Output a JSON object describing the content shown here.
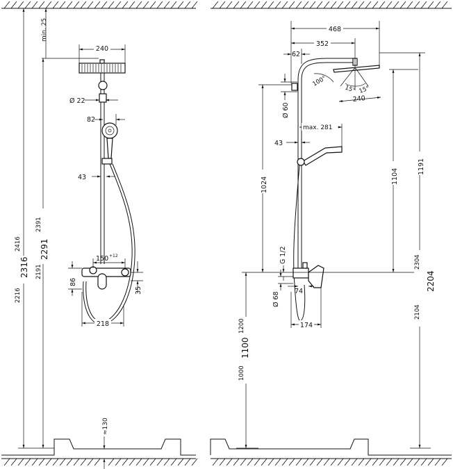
{
  "units": "mm",
  "views": {
    "front": {
      "dims": {
        "min_25": "min. 25",
        "w240": "240",
        "d22": "Ø 22",
        "d82": "82",
        "d43": "43",
        "d150": "150",
        "tol150": "+12",
        "d86": "86",
        "d35": "35",
        "d218": "218",
        "d130": "≈130",
        "h2216": "2216",
        "h2316": "2316",
        "h2416": "2416",
        "h2191": "2191",
        "h2291": "2291",
        "h2391": "2391"
      }
    },
    "side": {
      "dims": {
        "d468": "468",
        "d352": "352",
        "d62": "62",
        "d100": "100°",
        "d15a": "15°",
        "d15b": "15°",
        "d240": "240",
        "d60": "Ø 60",
        "max281": "max. 281",
        "d43": "43",
        "d1024": "1024",
        "d1104": "1104",
        "d1191": "1191",
        "g12": "G 1/2",
        "d68": "Ø 68",
        "d74": "74",
        "d174": "174",
        "d2304": "2304",
        "d2204": "2204",
        "d2104": "2104",
        "d1200": "1200",
        "d1100": "1100",
        "d1000": "1000"
      }
    }
  }
}
